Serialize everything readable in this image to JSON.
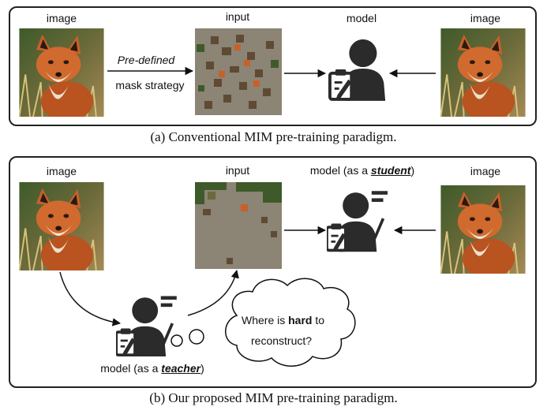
{
  "panel_a": {
    "label_image_left": "image",
    "label_input": "input",
    "label_model": "model",
    "label_image_right": "image",
    "arrow_label_line1": "Pre-defined",
    "arrow_label_line2": "mask strategy"
  },
  "caption_a": "(a) Conventional MIM pre-training paradigm.",
  "panel_b": {
    "label_image_left": "image",
    "label_input": "input",
    "student_prefix": "model (as a ",
    "student_word": "student",
    "student_suffix": ")",
    "label_image_right": "image",
    "teacher_prefix": "model (as a ",
    "teacher_word": "teacher",
    "teacher_suffix": ")",
    "thought_1": "Where is ",
    "thought_bold": "hard",
    "thought_2": " to",
    "thought_3": "reconstruct?"
  },
  "caption_b": "(b) Our proposed MIM pre-training paradigm.",
  "colors": {
    "mask_gray": "#8c8474",
    "silhouette": "#2b2b2b",
    "fox_fur": "#c8602a"
  }
}
